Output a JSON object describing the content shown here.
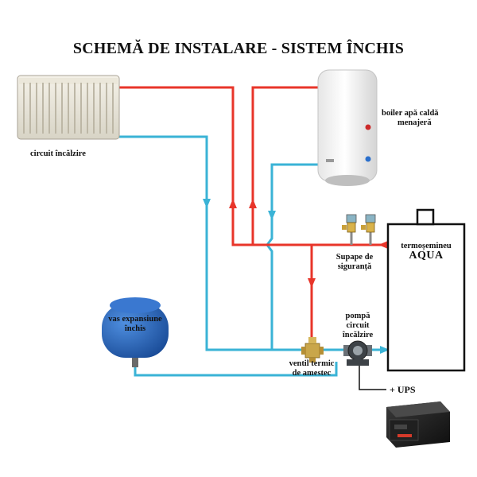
{
  "title": "SCHEMĂ DE INSTALARE - SISTEM ÎNCHIS",
  "labels": {
    "heating_circuit": "circuit încălzire",
    "boiler_line1": "boiler apă caldă",
    "boiler_line2": "menajeră",
    "safety_valves_line1": "Supape de",
    "safety_valves_line2": "siguranță",
    "stove_line1": "termoșemineu",
    "stove_line2": "AQUA",
    "expansion_line1": "vas expansiune",
    "expansion_line2": "închis",
    "pump_line1": "pompă",
    "pump_line2": "circuit",
    "pump_line3": "încălzire",
    "mixing_valve_line1": "ventil termic",
    "mixing_valve_line2": "de amestec",
    "ups": "+ UPS"
  },
  "colors": {
    "hot_pipe": "#e8352a",
    "cold_pipe": "#3ab3d6",
    "tank_blue": "#1f5fb0",
    "outline": "#111111"
  },
  "icons": {
    "radiator": "radiator-icon",
    "boiler": "water-heater-icon",
    "stove": "fireplace-stove-icon",
    "expansion": "expansion-vessel-icon",
    "pump": "circulation-pump-icon",
    "valve": "thermostatic-mixing-valve-icon",
    "ups": "ups-device-icon"
  }
}
